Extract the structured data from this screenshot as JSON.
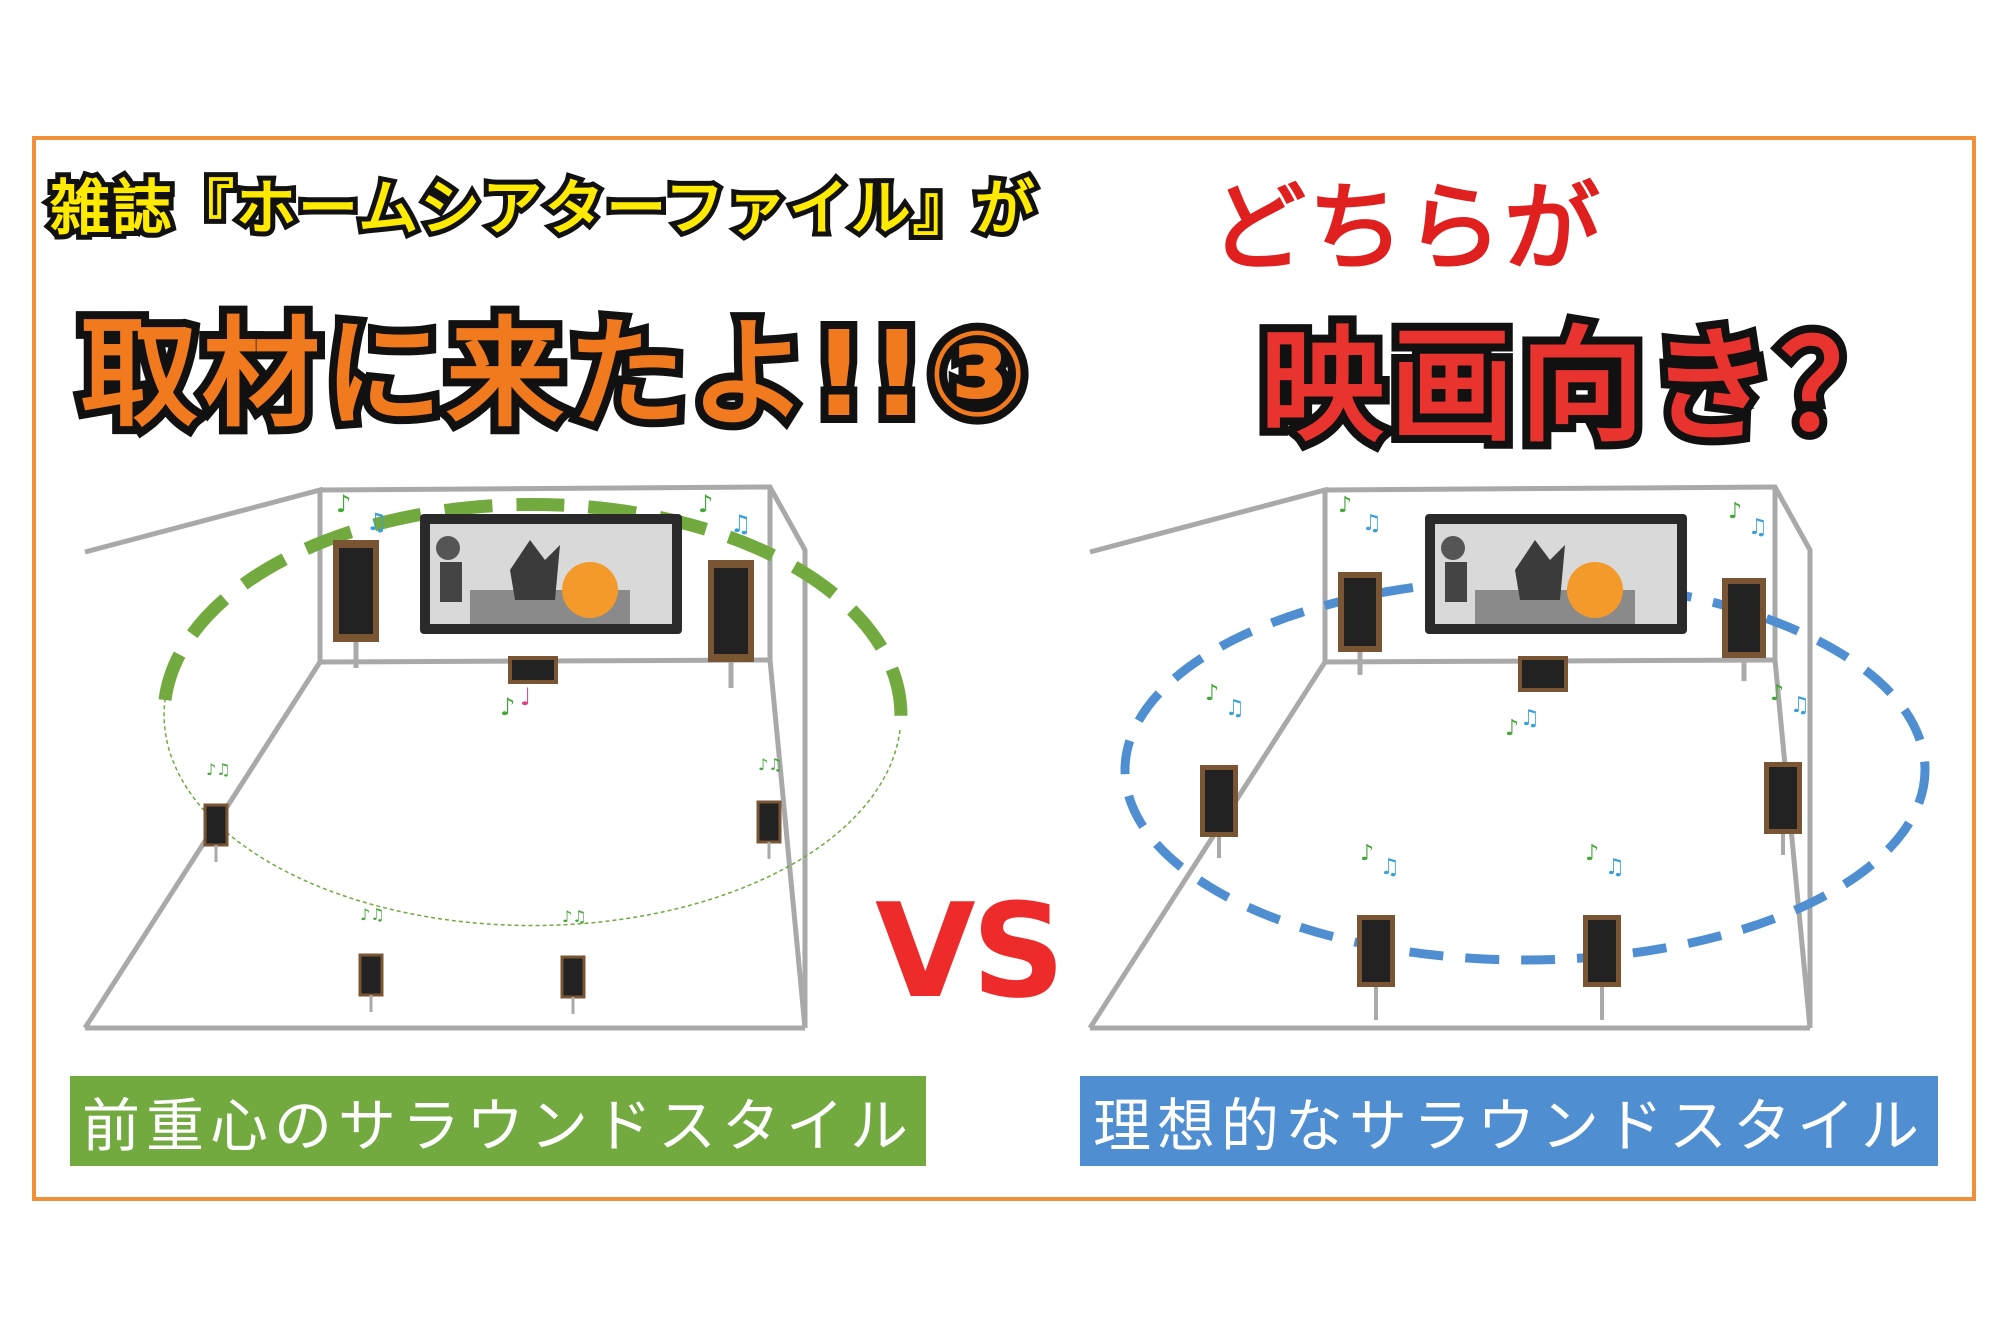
{
  "header": {
    "line1": "雑誌『ホームシアターファイル』が",
    "line2": "取材に来たよ!!③",
    "question_line1": "どちらが",
    "question_line2": "映画向き？"
  },
  "vs_text": "VS",
  "left_panel": {
    "label": "前重心のサラウンドスタイル",
    "accent_color": "#72aa40"
  },
  "right_panel": {
    "label": "理想的なサラウンドスタイル",
    "accent_color": "#4f8fd1"
  },
  "colors": {
    "frame": "#f0913a",
    "title_yellow": "#ffea00",
    "title_orange": "#f17a1e",
    "title_red": "#e8332f",
    "vs_red": "#ee2b2b",
    "room_line": "#a9a9a9"
  },
  "icons": {
    "speaker": "floor-speaker-icon",
    "tv": "tv-screen-icon",
    "notes": "music-notes-icon"
  }
}
